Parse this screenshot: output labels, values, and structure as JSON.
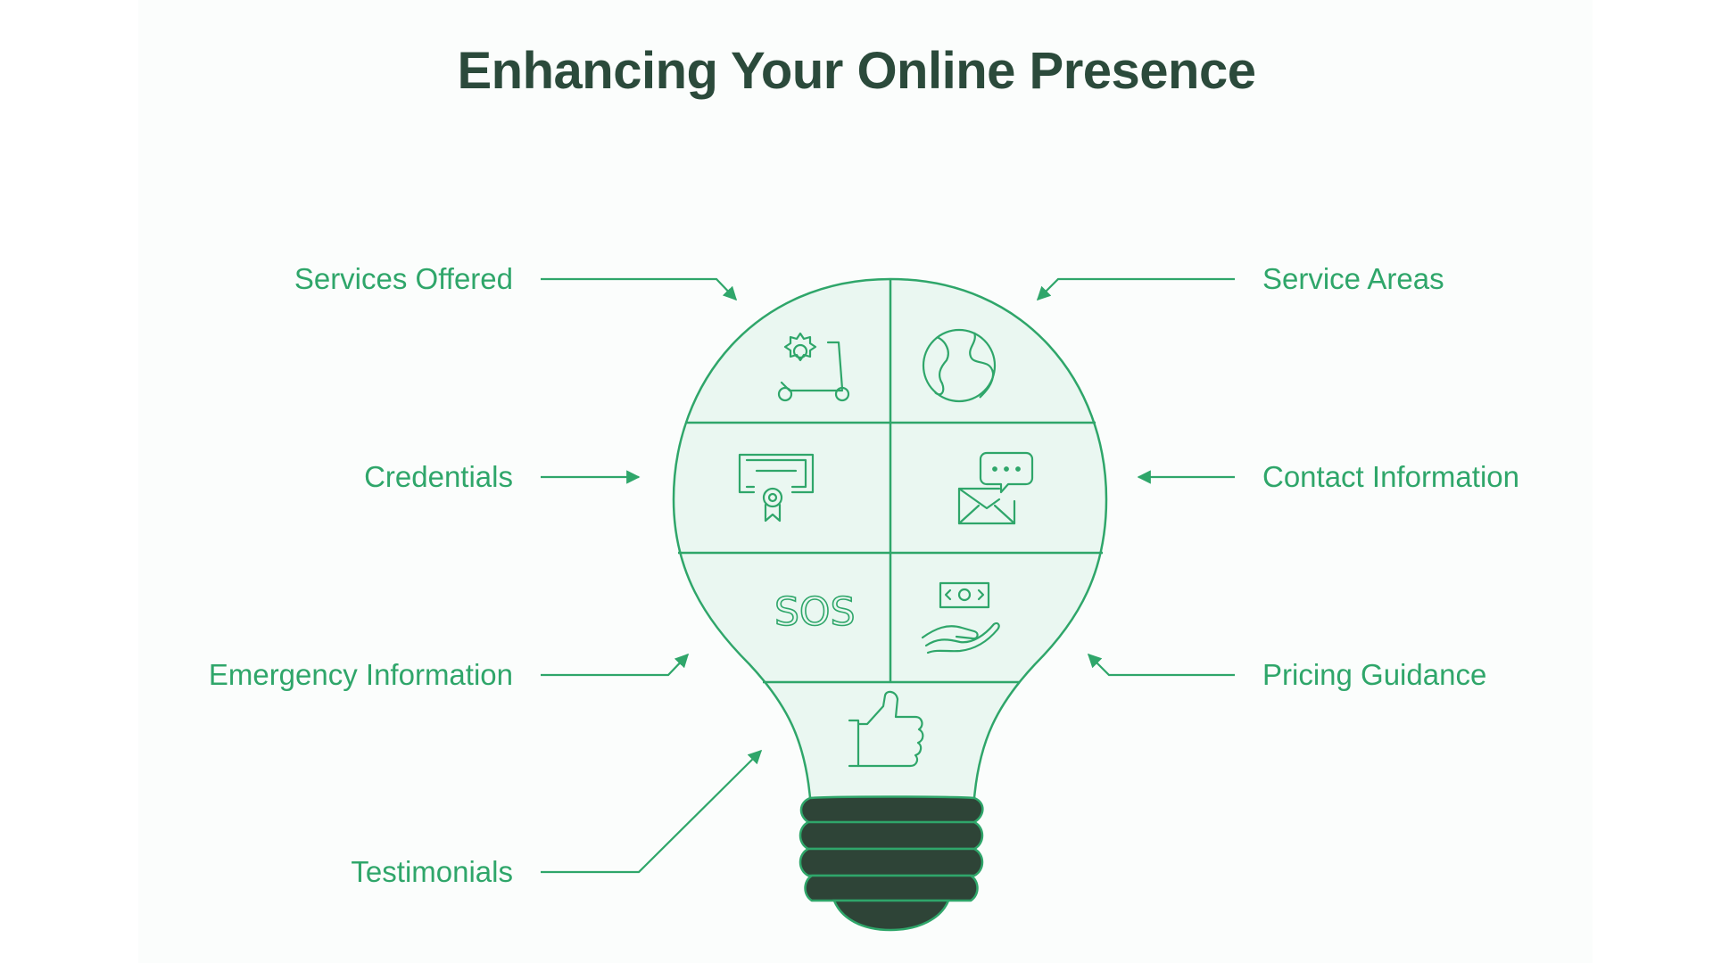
{
  "title": "Enhancing Your Online Presence",
  "colors": {
    "accent": "#2fa66a",
    "title": "#2b4a3b",
    "bulb_fill": "#eaf7f1",
    "base": "#2e4437"
  },
  "labels": {
    "services_offered": "Services Offered",
    "credentials": "Credentials",
    "emergency_information": "Emergency Information",
    "testimonials": "Testimonials",
    "service_areas": "Service Areas",
    "contact_information": "Contact Information",
    "pricing_guidance": "Pricing Guidance"
  },
  "icons": {
    "services_offered": "gear-scooter-icon",
    "service_areas": "globe-icon",
    "credentials": "certificate-icon",
    "contact_information": "envelope-chat-icon",
    "emergency_information": "sos-icon",
    "pricing_guidance": "cash-hand-icon",
    "testimonials": "thumbs-up-icon"
  },
  "sos_text": "SOS"
}
